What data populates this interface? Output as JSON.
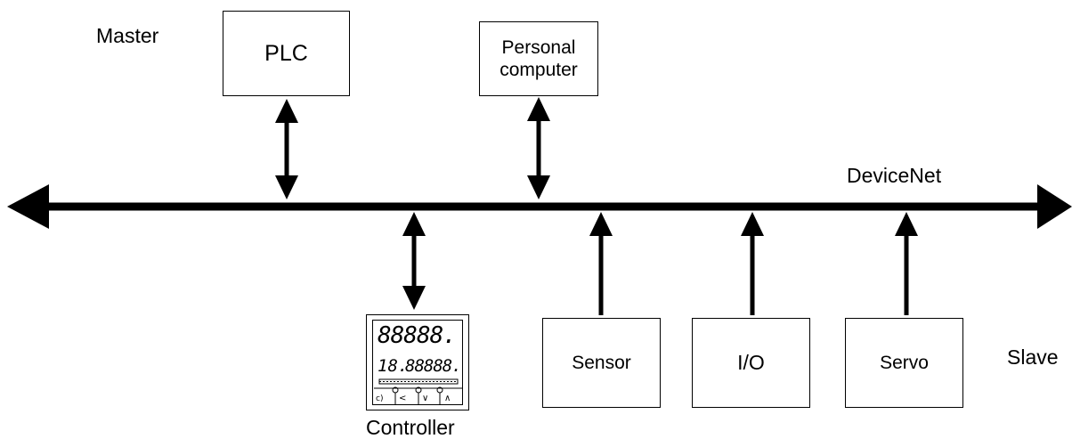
{
  "labels": {
    "master": "Master",
    "slave": "Slave",
    "network": "DeviceNet",
    "controller": "Controller"
  },
  "nodes": {
    "plc": "PLC",
    "pc_line1": "Personal",
    "pc_line2": "computer",
    "sensor": "Sensor",
    "io": "I/O",
    "servo": "Servo"
  },
  "controller_display": {
    "top_row": "88888.",
    "bottom_prefix": "18.",
    "bottom_row": "88888."
  }
}
